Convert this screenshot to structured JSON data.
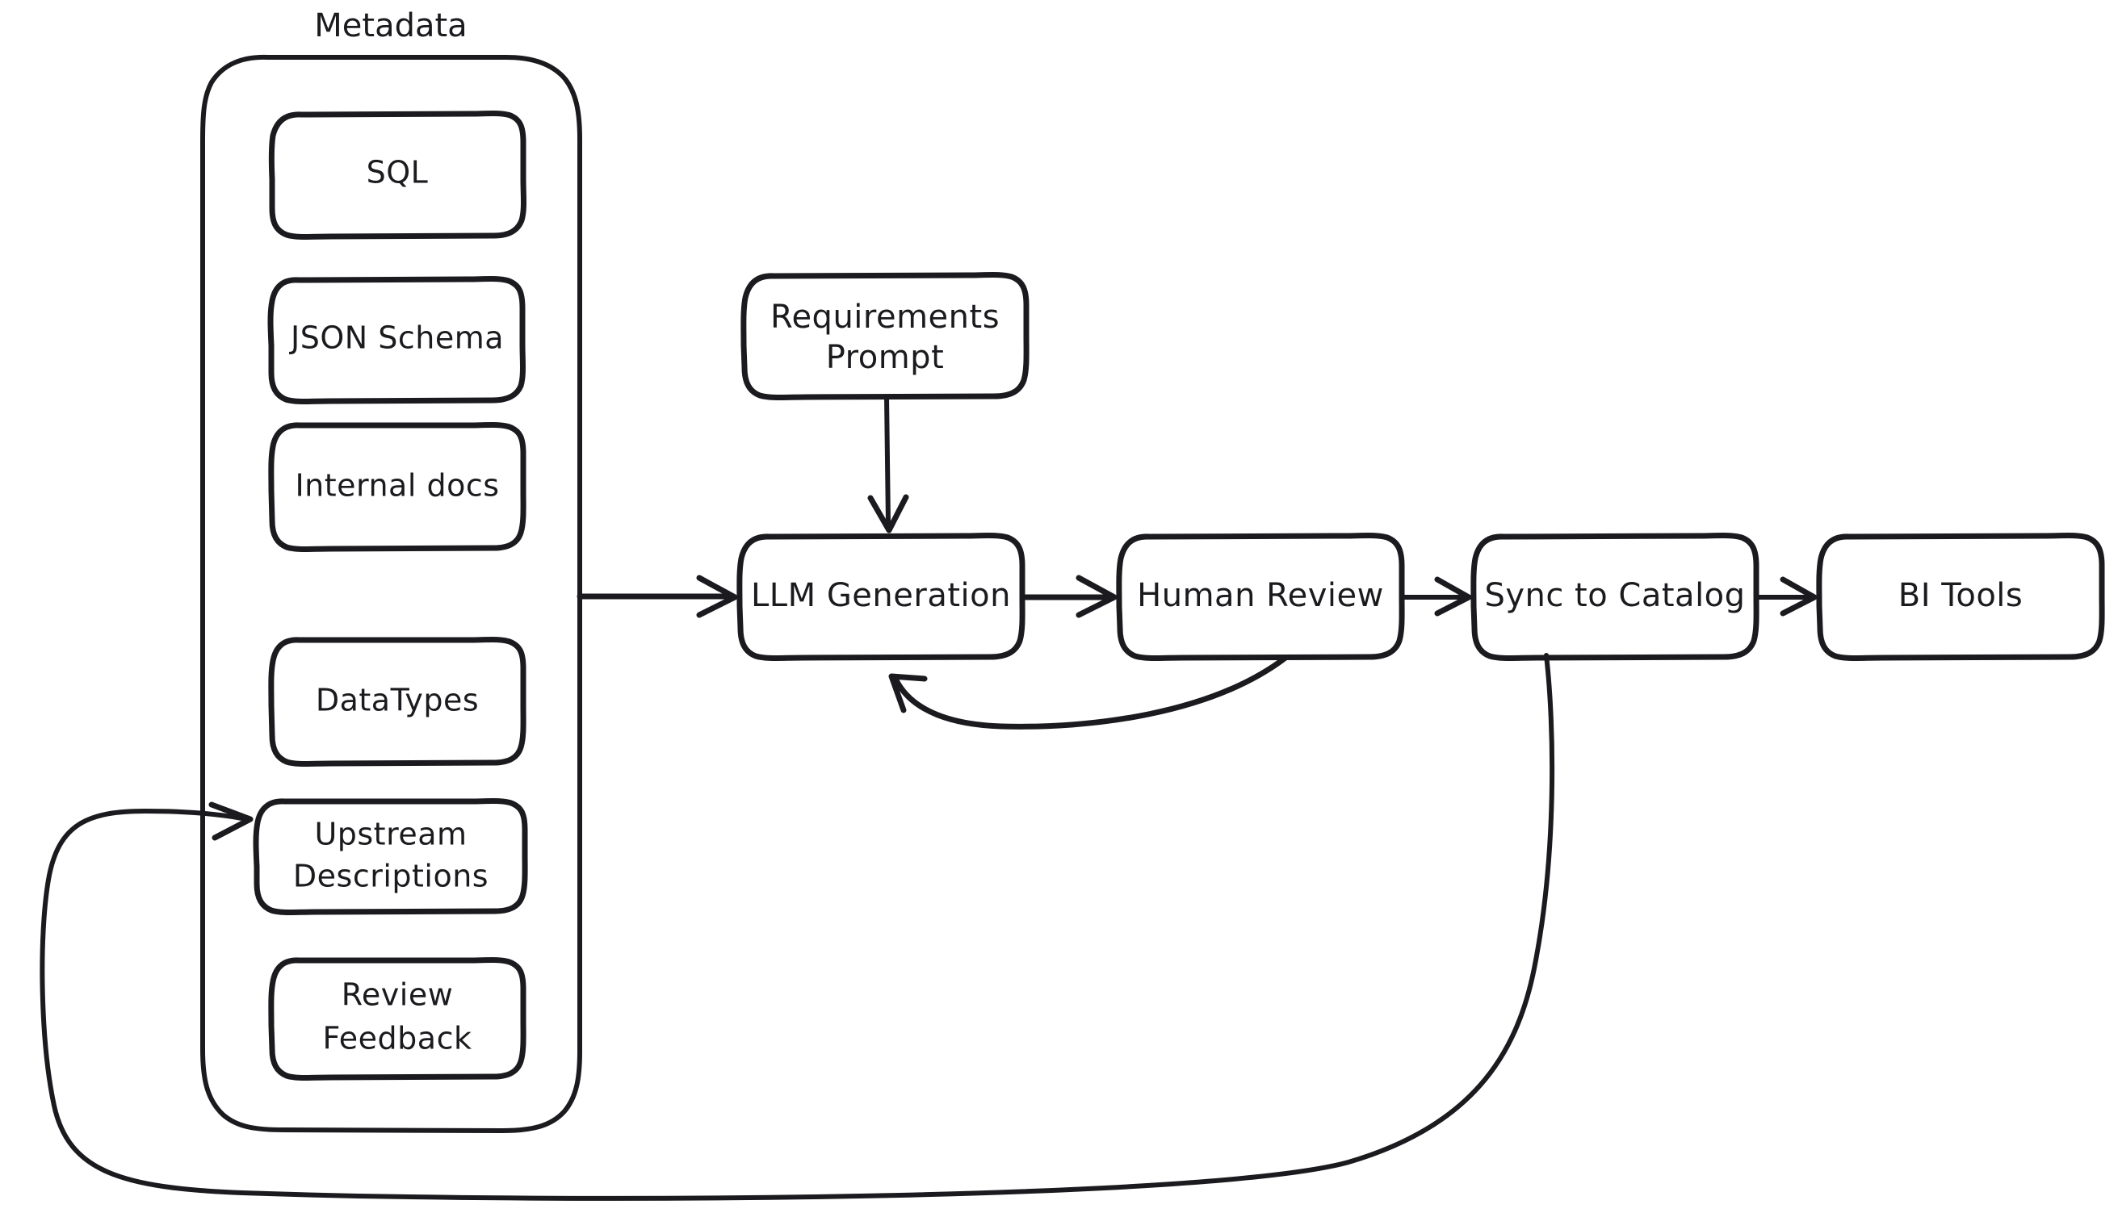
{
  "diagram": {
    "title_visible": false,
    "background": "#ffffff",
    "stroke_color": "#1b1b1f",
    "groups": [
      {
        "id": "metadata",
        "label": "Metadata",
        "items": [
          {
            "id": "sql",
            "label": "SQL"
          },
          {
            "id": "json-schema",
            "label": "JSON Schema"
          },
          {
            "id": "internal-docs",
            "label": "Internal docs"
          },
          {
            "id": "datatypes",
            "label": "DataTypes"
          },
          {
            "id": "upstream-descriptions",
            "label": "Upstream\nDescriptions",
            "line1": "Upstream",
            "line2": "Descriptions"
          },
          {
            "id": "review-feedback",
            "label": "Review\nFeedback",
            "line1": "Review",
            "line2": "Feedback"
          }
        ]
      }
    ],
    "nodes": [
      {
        "id": "requirements-prompt",
        "line1": "Requirements",
        "line2": "Prompt"
      },
      {
        "id": "llm-generation",
        "label": "LLM Generation"
      },
      {
        "id": "human-review",
        "label": "Human Review"
      },
      {
        "id": "sync-to-catalog",
        "label": "Sync to Catalog"
      },
      {
        "id": "bi-tools",
        "label": "BI Tools"
      }
    ],
    "edges": [
      {
        "id": "metadata-to-llm",
        "from": "metadata",
        "to": "llm-generation",
        "label": "",
        "style": "straight-arrow"
      },
      {
        "id": "prompt-to-llm",
        "from": "requirements-prompt",
        "to": "llm-generation",
        "label": "",
        "style": "straight-arrow"
      },
      {
        "id": "llm-to-review",
        "from": "llm-generation",
        "to": "human-review",
        "label": "",
        "style": "straight-arrow"
      },
      {
        "id": "review-to-sync",
        "from": "human-review",
        "to": "sync-to-catalog",
        "label": "",
        "style": "straight-arrow"
      },
      {
        "id": "sync-to-bi",
        "from": "sync-to-catalog",
        "to": "bi-tools",
        "label": "",
        "style": "straight-arrow"
      },
      {
        "id": "review-back-to-llm",
        "from": "human-review",
        "to": "llm-generation",
        "label": "",
        "style": "curved-arrow"
      },
      {
        "id": "sync-back-to-upstream",
        "from": "sync-to-catalog",
        "to": "upstream-descriptions",
        "label": "",
        "style": "long-curved-arrow"
      }
    ]
  }
}
